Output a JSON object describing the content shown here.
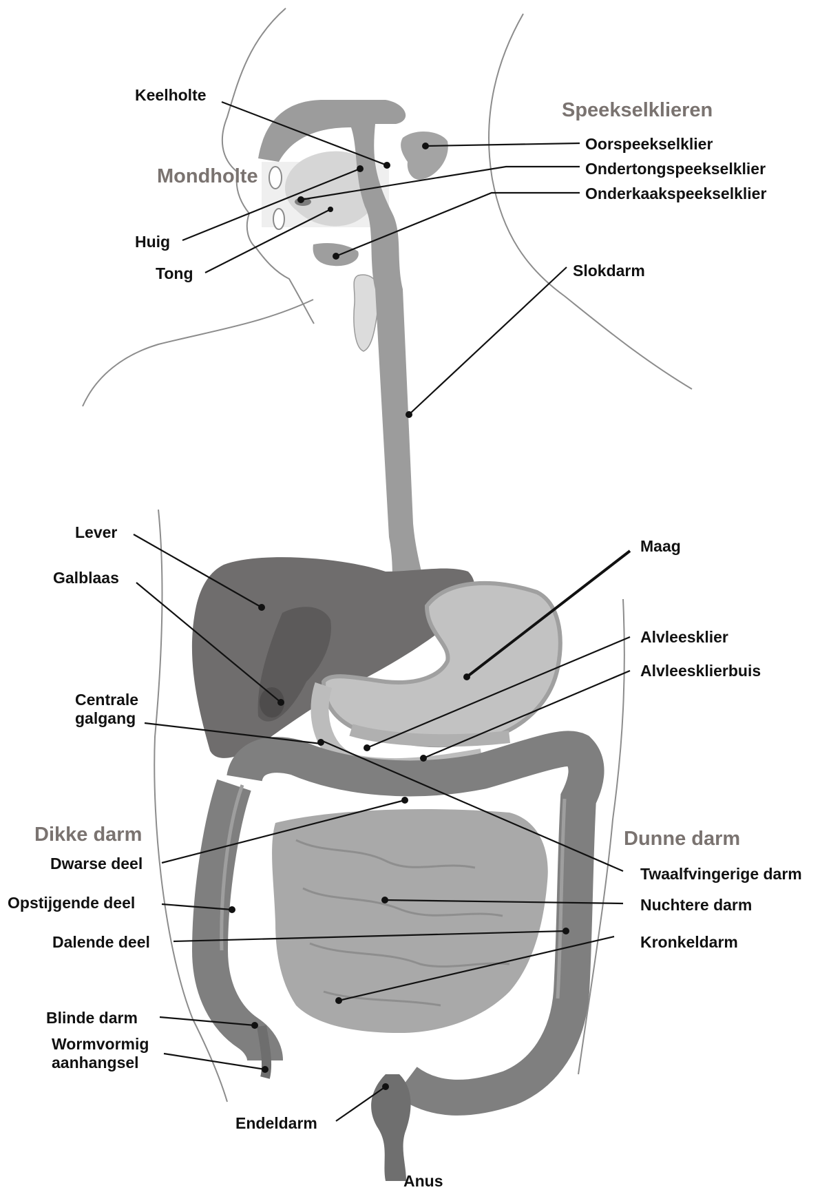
{
  "groups": {
    "speekselklieren": "Speekselklieren",
    "mondholte": "Mondholte",
    "dikke_darm": "Dikke darm",
    "dunne_darm": "Dunne darm"
  },
  "labels": {
    "keelholte": "Keelholte",
    "oorspeekselklier": "Oorspeekselklier",
    "ondertongspeekselklier": "Ondertongspeekselklier",
    "onderkaakspeekselklier": "Onderkaakspeekselklier",
    "huig": "Huig",
    "tong": "Tong",
    "slokdarm": "Slokdarm",
    "lever": "Lever",
    "galblaas": "Galblaas",
    "maag": "Maag",
    "alvleesklier": "Alvleesklier",
    "alvleesklierbuis": "Alvleesklierbuis",
    "centrale_galgang": "Centrale\ngalgang",
    "dwarse_deel": "Dwarse deel",
    "opstijgende_deel": "Opstijgende deel",
    "dalende_deel": "Dalende deel",
    "blinde_darm": "Blinde darm",
    "wormvormig_aanhangsel": "Wormvormig\naanhangsel",
    "twaalfvingerige_darm": "Twaalfvingerige darm",
    "nuchtere_darm": "Nuchtere darm",
    "kronkeldarm": "Kronkeldarm",
    "endeldarm": "Endeldarm",
    "anus": "Anus"
  },
  "colors": {
    "tube": "#9c9c9c",
    "liver": "#6f6d6d",
    "stomach": "#c2c2c2",
    "colon": "#7f7f7f",
    "small_intestine": "#a9a9a9",
    "outline": "#8c8c8c",
    "group_label": "#7a7370"
  }
}
